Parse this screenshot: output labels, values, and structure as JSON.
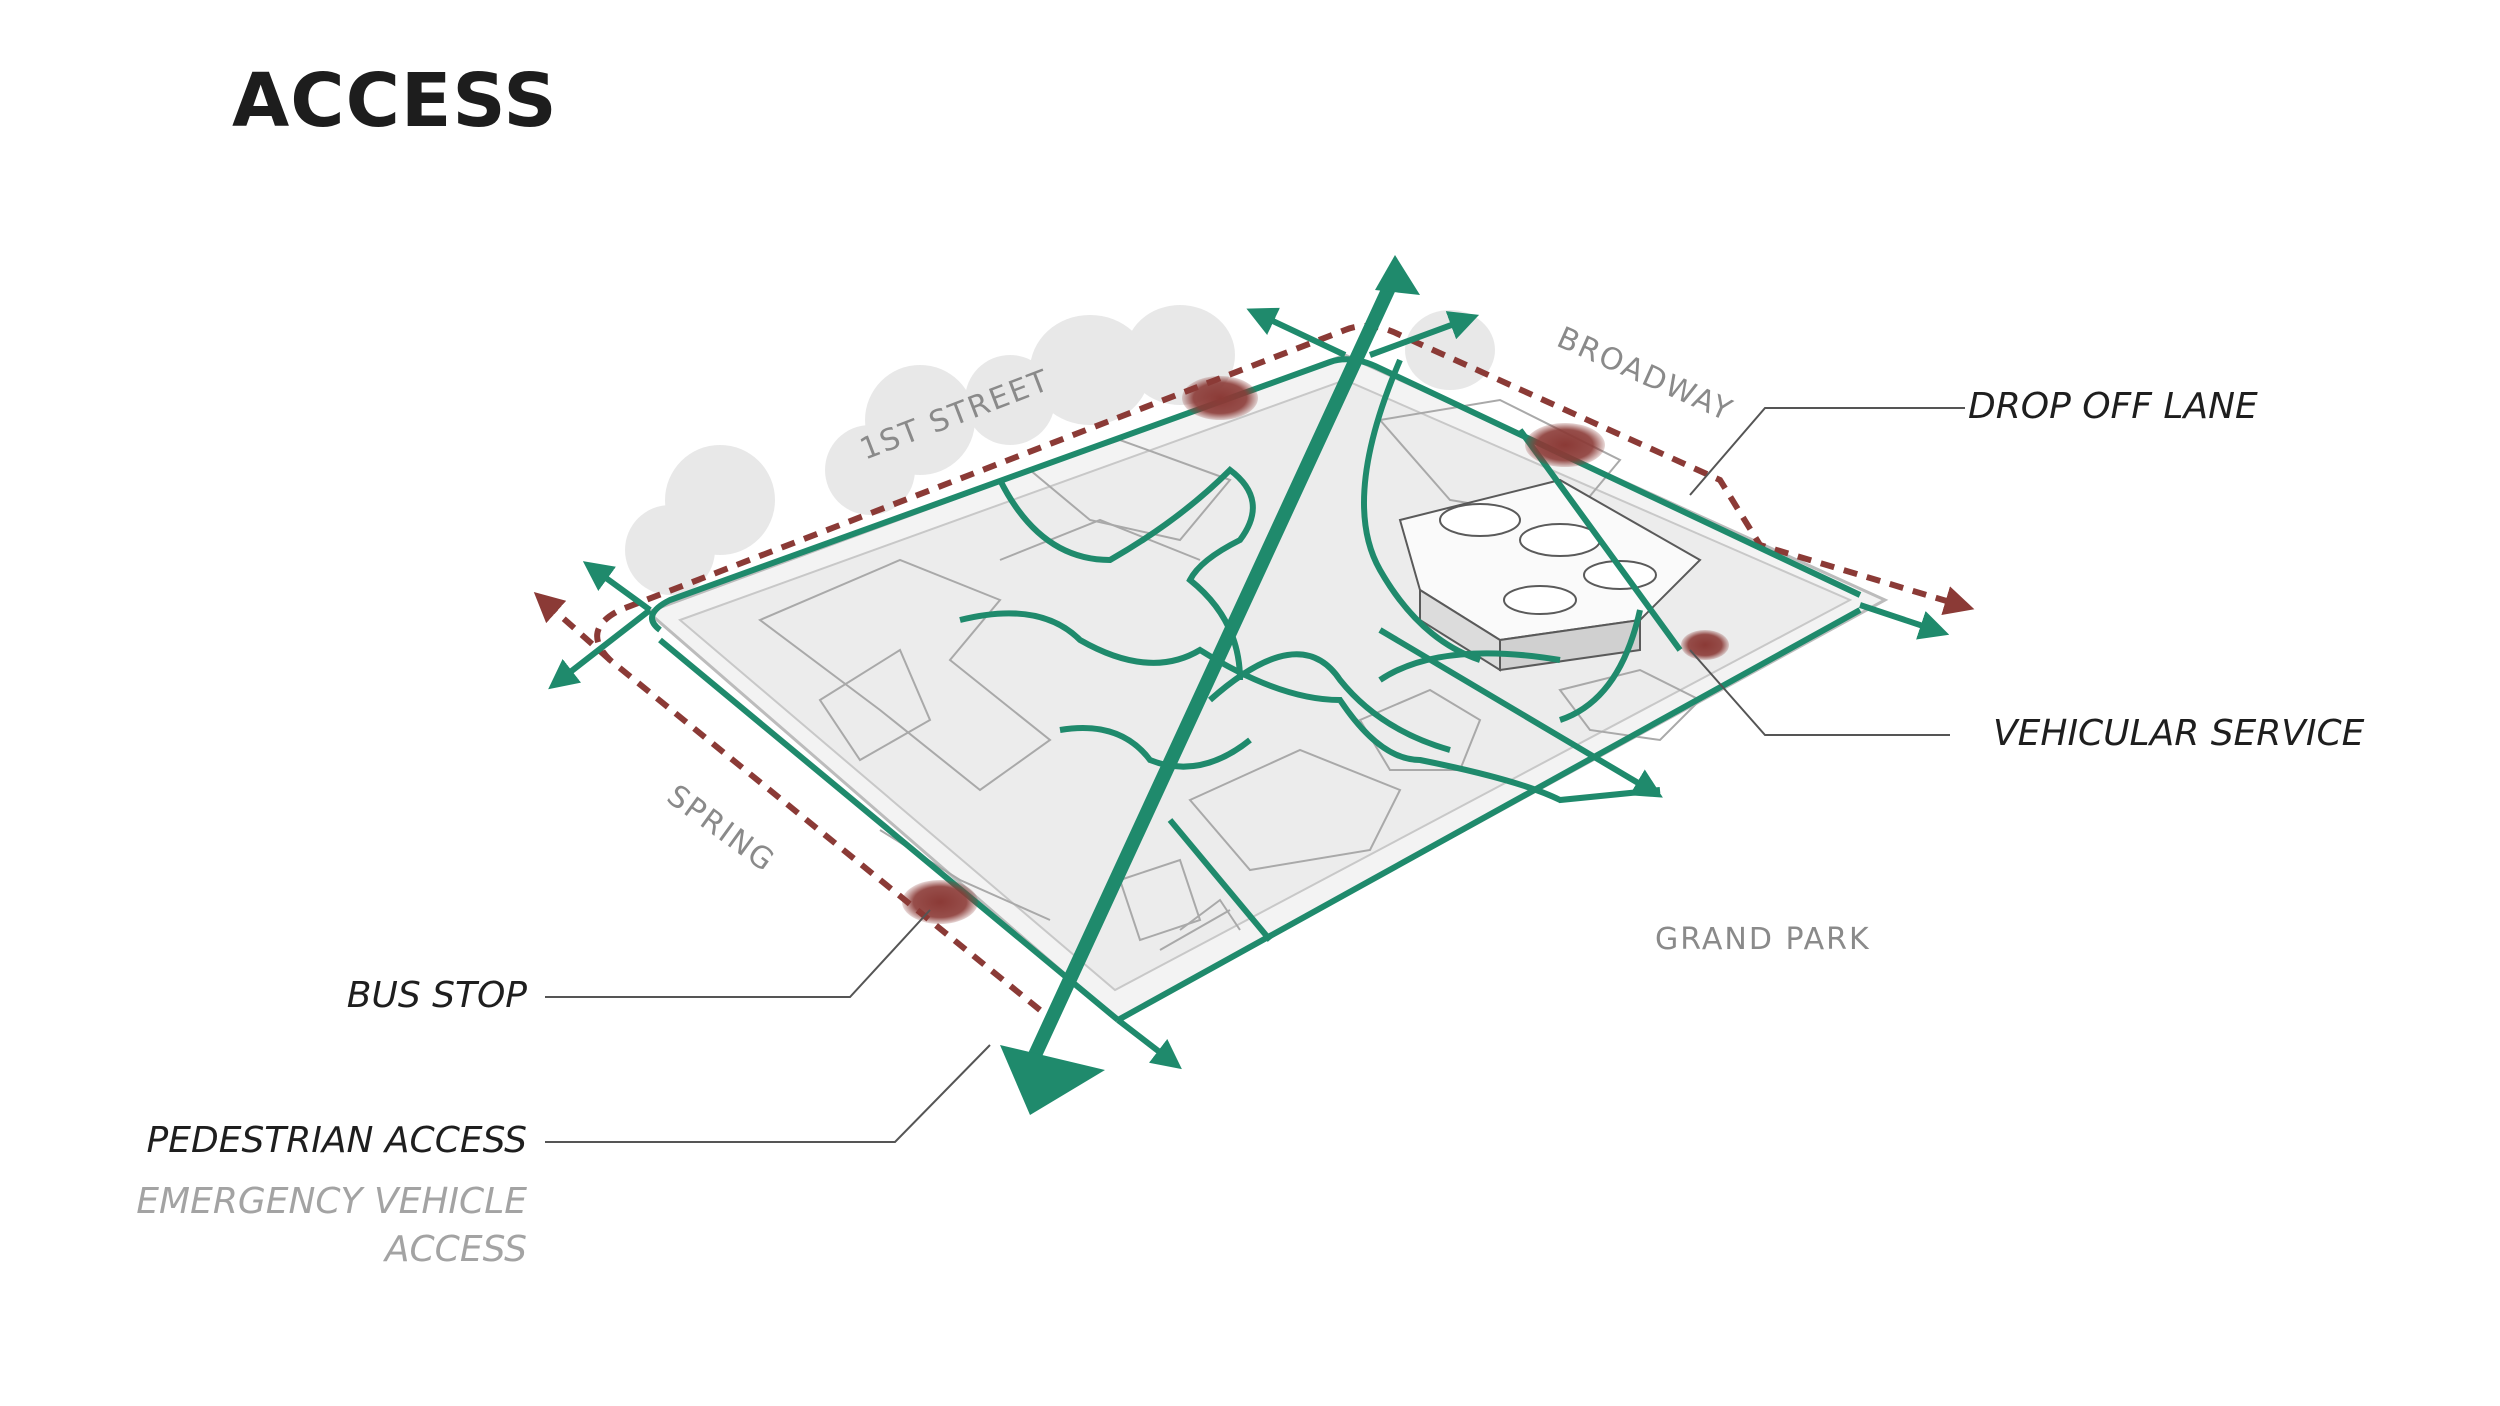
{
  "title": "ACCESS",
  "streets": {
    "first_street": "1ST STREET",
    "broadway": "BROADWAY",
    "spring": "SPRING",
    "grand_park": "GRAND PARK"
  },
  "legend": {
    "drop_off_lane": "DROP OFF LANE",
    "vehicular_service": "VEHICULAR SERVICE",
    "bus_stop": "BUS STOP",
    "pedestrian_access": "PEDESTRIAN ACCESS",
    "emergency_vehicle_access_line1": "EMERGENCY VEHICLE",
    "emergency_vehicle_access_line2": "ACCESS"
  },
  "colors": {
    "pedestrian_green": "#1f8a6c",
    "vehicle_red": "#8b3a36",
    "label_dark": "#1e1e1e",
    "label_grey": "#a3a3a3"
  }
}
